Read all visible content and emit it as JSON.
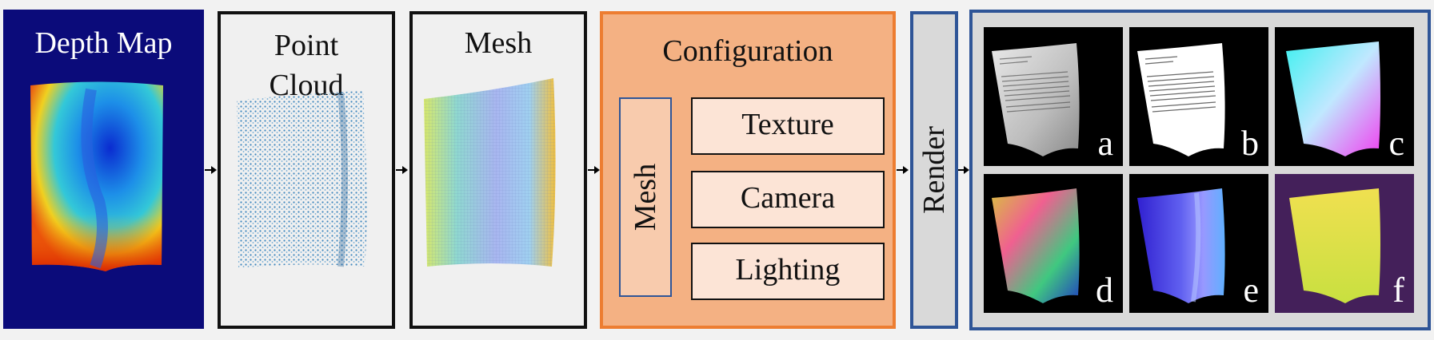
{
  "depth_panel": {
    "title": "Depth Map"
  },
  "point_cloud_panel": {
    "title_line1": "Point",
    "title_line2": "Cloud"
  },
  "mesh_panel": {
    "title": "Mesh"
  },
  "configuration_panel": {
    "title": "Configuration",
    "mesh_label": "Mesh",
    "items": [
      "Texture",
      "Camera",
      "Lighting"
    ]
  },
  "render_panel": {
    "label": "Render"
  },
  "output_panel": {
    "tiles": [
      {
        "label": "a",
        "icon": "document-photo-image"
      },
      {
        "label": "b",
        "icon": "document-albedo-image"
      },
      {
        "label": "c",
        "icon": "uv-map-image"
      },
      {
        "label": "d",
        "icon": "normal-map-image"
      },
      {
        "label": "e",
        "icon": "shading-image"
      },
      {
        "label": "f",
        "icon": "mask-image"
      }
    ]
  },
  "colors": {
    "depth_background": "#0b0b7a",
    "configuration_fill": "#f4b183",
    "configuration_border": "#ed7d31",
    "render_border": "#2f5597",
    "output_background": "#d9d9d9"
  }
}
